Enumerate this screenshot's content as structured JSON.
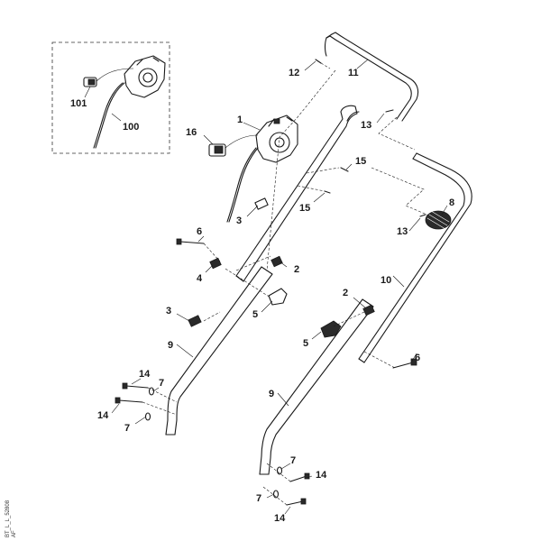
{
  "diagram": {
    "code": "BT_L_L_52808",
    "code_sub": "AF",
    "callouts": [
      {
        "id": "c100",
        "label": "100"
      },
      {
        "id": "c101",
        "label": "101"
      },
      {
        "id": "c1",
        "label": "1"
      },
      {
        "id": "c16",
        "label": "16"
      },
      {
        "id": "c12",
        "label": "12"
      },
      {
        "id": "c11",
        "label": "11"
      },
      {
        "id": "c13a",
        "label": "13"
      },
      {
        "id": "c15a",
        "label": "15"
      },
      {
        "id": "c15b",
        "label": "15"
      },
      {
        "id": "c3a",
        "label": "3"
      },
      {
        "id": "c8",
        "label": "8"
      },
      {
        "id": "c13b",
        "label": "13"
      },
      {
        "id": "c6a",
        "label": "6"
      },
      {
        "id": "c4",
        "label": "4"
      },
      {
        "id": "c2a",
        "label": "2"
      },
      {
        "id": "c10",
        "label": "10"
      },
      {
        "id": "c5a",
        "label": "5"
      },
      {
        "id": "c2b",
        "label": "2"
      },
      {
        "id": "c3b",
        "label": "3"
      },
      {
        "id": "c5b",
        "label": "5"
      },
      {
        "id": "c9a",
        "label": "9"
      },
      {
        "id": "c6b",
        "label": "6"
      },
      {
        "id": "c14a",
        "label": "14"
      },
      {
        "id": "c7a",
        "label": "7"
      },
      {
        "id": "c14b",
        "label": "14"
      },
      {
        "id": "c7b",
        "label": "7"
      },
      {
        "id": "c9b",
        "label": "9"
      },
      {
        "id": "c7c",
        "label": "7"
      },
      {
        "id": "c14c",
        "label": "14"
      },
      {
        "id": "c7d",
        "label": "7"
      },
      {
        "id": "c14d",
        "label": "14"
      }
    ]
  }
}
